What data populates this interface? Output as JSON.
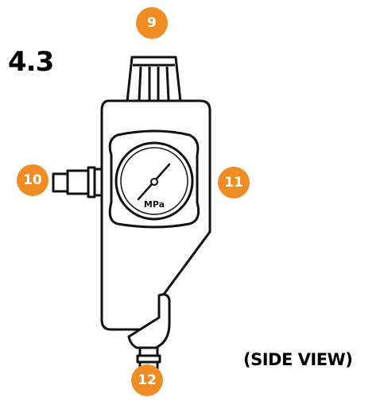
{
  "title": "4.3",
  "caption": "(SIDE VIEW)",
  "gauge_unit": "MPa",
  "callouts": {
    "c9": "9",
    "c10": "10",
    "c11": "11",
    "c12": "12"
  },
  "colors": {
    "callout_fill": "#f08c24",
    "stroke": "#111111",
    "background": "#ffffff"
  }
}
